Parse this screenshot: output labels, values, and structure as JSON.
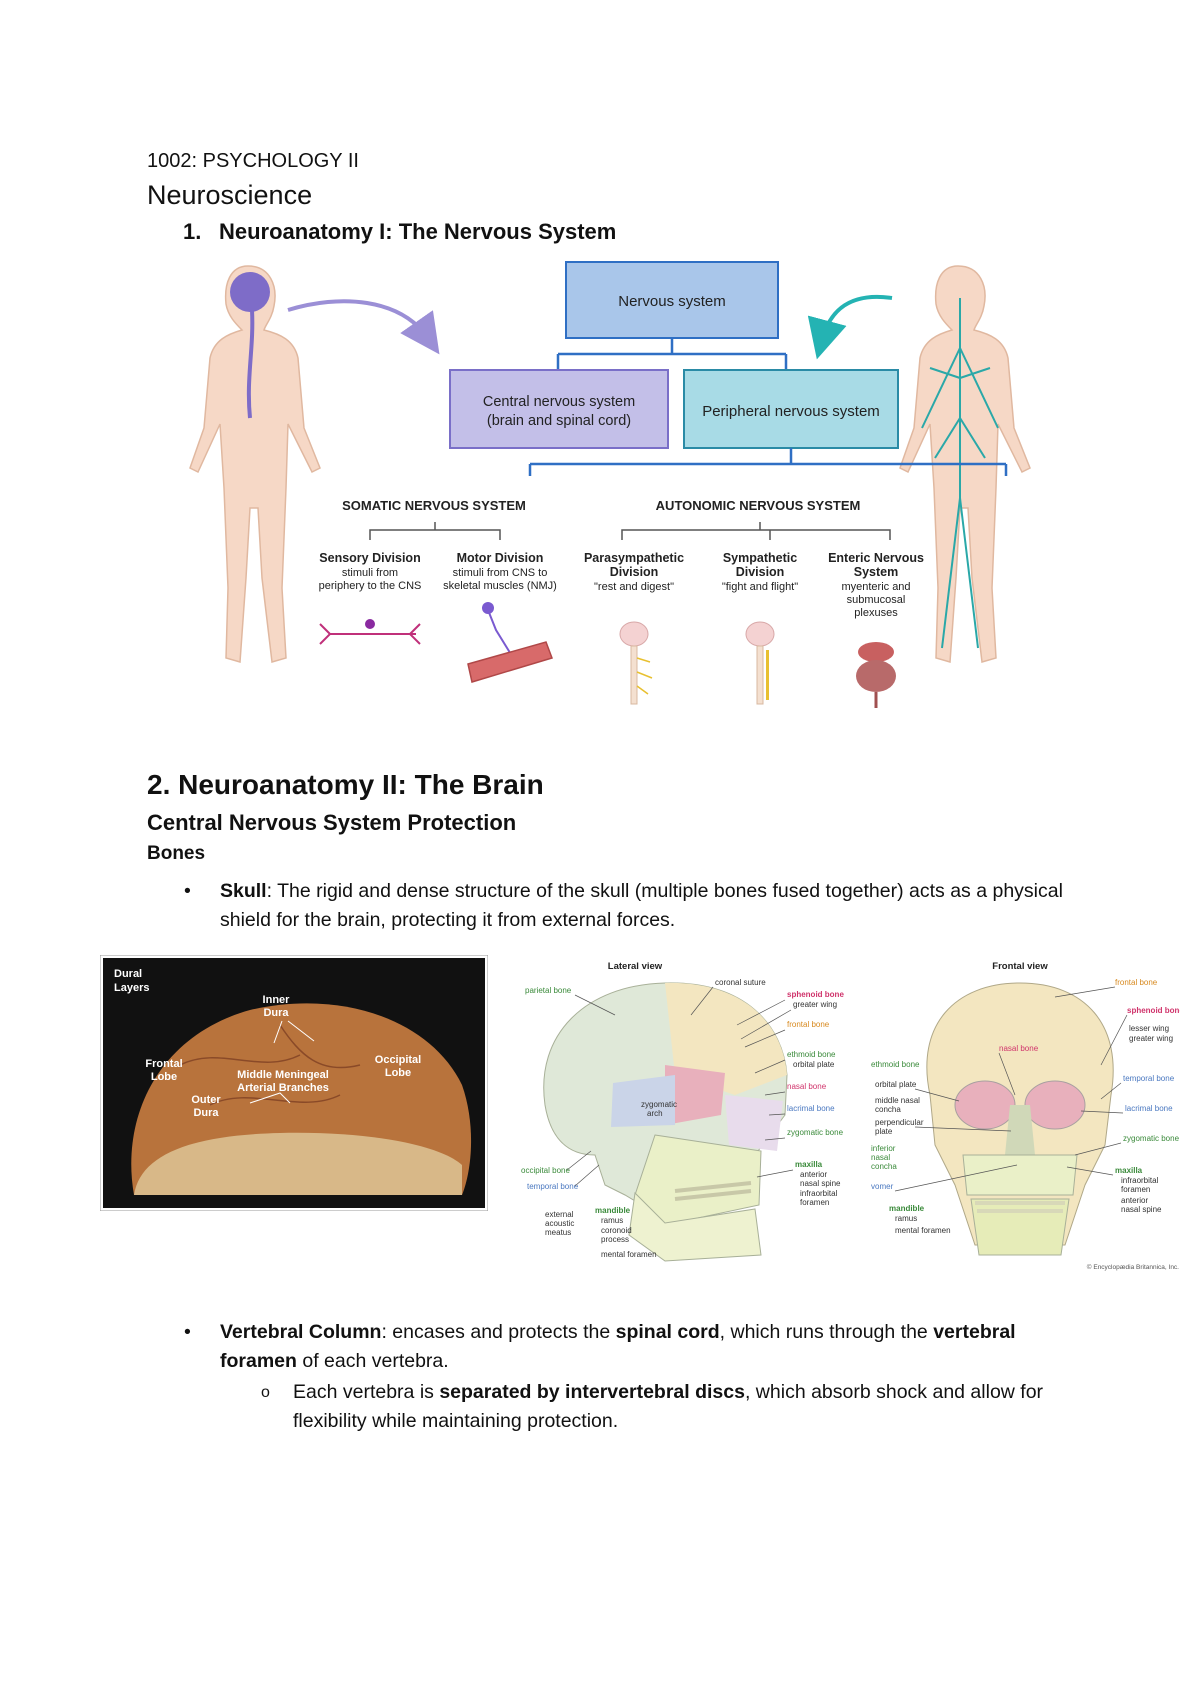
{
  "header": {
    "course": "1002: PSYCHOLOGY II",
    "title": "Neuroscience",
    "item1_num": "1.",
    "item1_label": "Neuroanatomy I: The Nervous System"
  },
  "ns_diagram": {
    "root": "Nervous system",
    "cns_line1": "Central nervous system",
    "cns_line2": "(brain and spinal cord)",
    "pns": "Peripheral nervous system",
    "somatic": "SOMATIC NERVOUS SYSTEM",
    "autonomic": "AUTONOMIC NERVOUS SYSTEM",
    "sensory_title": "Sensory Division",
    "sensory_d1": "stimuli from",
    "sensory_d2": "periphery to the CNS",
    "motor_title": "Motor Division",
    "motor_d1": "stimuli from CNS to",
    "motor_d2": "skeletal muscles (NMJ)",
    "para_t1": "Parasympathetic",
    "para_t2": "Division",
    "para_d": "\"rest and digest\"",
    "symp_t1": "Sympathetic",
    "symp_t2": "Division",
    "symp_d": "\"fight and flight\"",
    "ent_t1": "Enteric Nervous",
    "ent_t2": "System",
    "ent_d1": "myenteric and",
    "ent_d2": "submucosal",
    "ent_d3": "plexuses"
  },
  "section2": {
    "heading": "2. Neuroanatomy II: The Brain",
    "subheading": "Central Nervous System Protection",
    "bones_label": "Bones",
    "skull_term": "Skull",
    "skull_text": ": The rigid and dense structure of the skull (multiple bones fused together) acts as a physical shield for the brain, protecting it from external forces.",
    "vc_term": "Vertebral Column",
    "vc_t1": ": encases and protects the ",
    "vc_b1": "spinal cord",
    "vc_t2": ", which runs through the ",
    "vc_b2": "vertebral foramen",
    "vc_t3": " of each vertebra.",
    "sub_t1": "Each vertebra is ",
    "sub_b1": "separated by intervertebral discs",
    "sub_t2": ", which absorb shock and allow for flexibility while maintaining protection."
  },
  "dura_photo": {
    "title1": "Dural",
    "title2": "Layers",
    "inner1": "Inner",
    "inner2": "Dura",
    "frontal1": "Frontal",
    "frontal2": "Lobe",
    "occipital1": "Occipital",
    "occipital2": "Lobe",
    "mm1": "Middle Meningeal",
    "mm2": "Arterial Branches",
    "outer1": "Outer",
    "outer2": "Dura"
  },
  "skull_diagram": {
    "lateral_title": "Lateral view",
    "frontal_title": "Frontal view",
    "parietal": "parietal bone",
    "coronal": "coronal suture",
    "sphenoid": "sphenoid bone",
    "greater_wing": "greater wing",
    "frontal_bone": "frontal bone",
    "ethmoid": "ethmoid bone",
    "orbital_plate": "orbital plate",
    "nasal": "nasal bone",
    "lacrimal": "lacrimal bone",
    "zygomatic": "zygomatic bone",
    "zyg_arch1": "zygomatic",
    "zyg_arch2": "arch",
    "maxilla": "maxilla",
    "anterior": "anterior",
    "nasal_spine": "nasal spine",
    "infraorbital": "infraorbital",
    "foramen": "foramen",
    "occipital_bone": "occipital bone",
    "temporal_bone": "temporal bone",
    "mandible": "mandible",
    "ramus": "ramus",
    "coronoid": "coronoid",
    "process": "process",
    "mental_foramen": "mental foramen",
    "external": "external",
    "acoustic": "acoustic",
    "meatus": "meatus",
    "f_frontal": "frontal bone",
    "f_sphenoid": "sphenoid bone",
    "lesser_wing": "lesser wing",
    "f_greater_wing": "greater wing",
    "f_nasal": "nasal bone",
    "f_ethmoid": "ethmoid bone",
    "f_orbital": "orbital plate",
    "middle_nasal1": "middle nasal",
    "middle_nasal2": "concha",
    "perp1": "perpendicular",
    "perp2": "plate",
    "inferior1": "inferior",
    "inferior2": "nasal",
    "inferior3": "concha",
    "vomer": "vomer",
    "f_temporal": "temporal bone",
    "f_lacrimal": "lacrimal bone",
    "f_zygomatic": "zygomatic bone",
    "f_maxilla": "maxilla",
    "f_infraorbital1": "infraorbital",
    "f_infraorbital2": "foramen",
    "f_anterior1": "anterior",
    "f_anterior2": "nasal spine",
    "f_mandible": "mandible",
    "f_ramus": "ramus",
    "f_mental": "mental foramen",
    "credit": "© Encyclopædia Britannica, Inc."
  },
  "colors": {
    "box_blue_fill": "#a9c6ea",
    "box_blue_stroke": "#2f6fc4",
    "box_purple_fill": "#c3bfe8",
    "box_purple_stroke": "#7a6fc8",
    "box_teal_fill": "#a8dbe6",
    "box_teal_stroke": "#2a8ba6",
    "arrow_purple": "#9b8fd6",
    "arrow_teal": "#24b3b3",
    "bone_label_pink": "#d0336b",
    "bone_label_blue": "#4a78c0",
    "bone_label_green": "#3a8a3a",
    "bone_label_orange": "#d88a20"
  }
}
